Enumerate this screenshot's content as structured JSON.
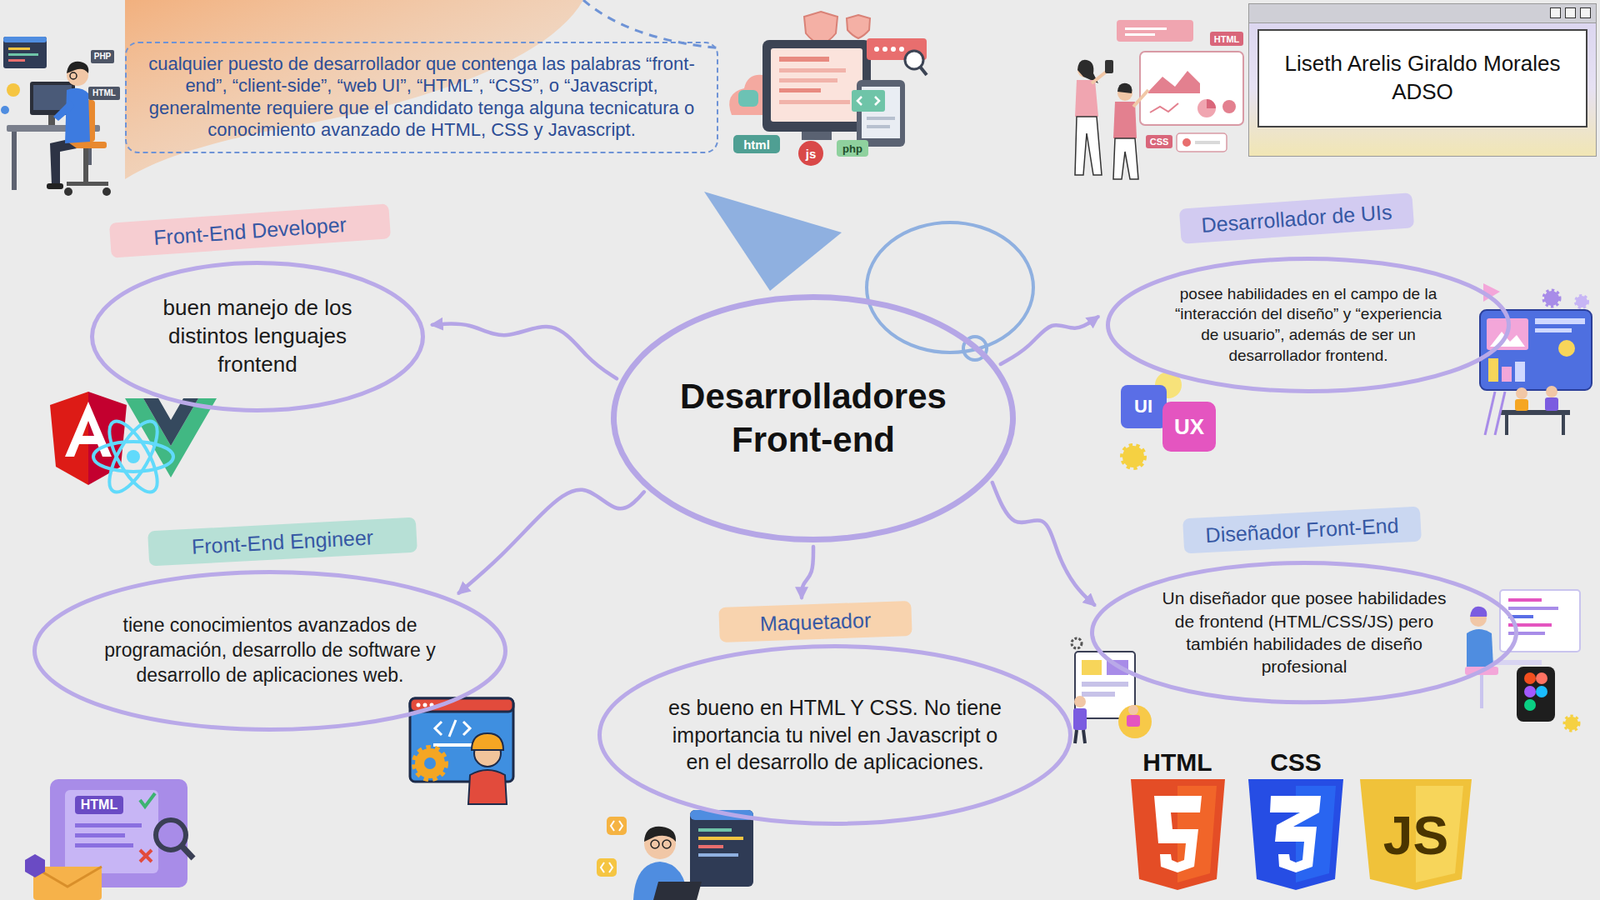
{
  "diagram": {
    "nodes": [
      {
        "text": [
          "cualquier puesto de desarrollador que contenga las palabras “front-end”, “client-side”, “web UI”, “HTML”, “CSS”, o “Javascript, generalmente requiere que el candidato tenga alguna tecnicatura o conocimiento avanzado de HTML, CSS y Javascript."
        ]
      },
      {
        "text": [
          "Liseth Arelis Giraldo Morales ADSO"
        ]
      },
      {
        "text": [
          "Front-End Developer",
          "buen manejo de los distintos lenguajes frontend"
        ]
      },
      {
        "text": [
          "Desarrollador de UIs",
          "posee habilidades en el campo de la “interacción del diseño” y “experiencia de usuario”, además de ser un desarrollador frontend."
        ]
      },
      {
        "text": [
          "Desarrolladores Front-end"
        ]
      },
      {
        "text": [
          "Front-End Engineer",
          "tiene conocimientos avanzados de programación, desarrollo de software y desarrollo de aplicaciones web."
        ]
      },
      {
        "text": [
          "Maquetador",
          "es bueno en HTML Y CSS. No tiene importancia tu nivel en Javascript o en el desarrollo de aplicaciones."
        ]
      },
      {
        "text": [
          "Diseñador Front-End",
          "Un diseñador que posee habilidades de frontend (HTML/CSS/JS) pero también habilidades de diseño profesional"
        ]
      }
    ],
    "edges": [
      {
        "from": 4,
        "to": 2,
        "arrow": "to"
      },
      {
        "from": 4,
        "to": 3,
        "arrow": "to"
      },
      {
        "from": 4,
        "to": 5,
        "arrow": "to"
      },
      {
        "from": 4,
        "to": 6,
        "arrow": "to"
      },
      {
        "from": 4,
        "to": 7,
        "arrow": "to"
      }
    ],
    "labels": [
      "PHP",
      "HTML",
      "html",
      "js",
      "php",
      "HTML",
      "CSS",
      "UI",
      "UX",
      "HTML",
      "HTML",
      "CSS",
      "JS"
    ]
  }
}
